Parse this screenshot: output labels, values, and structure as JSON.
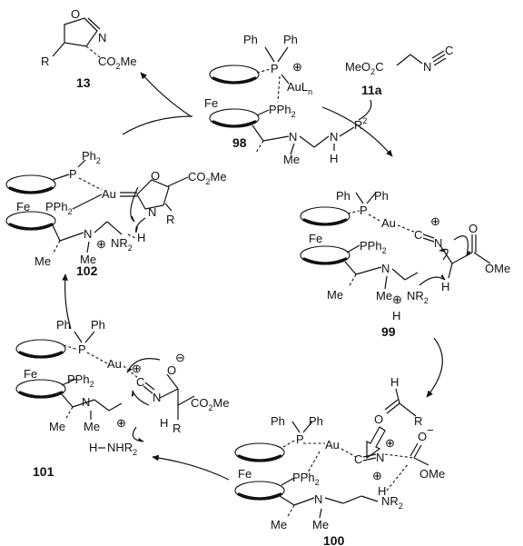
{
  "compounds": {
    "c13": "13",
    "c11a": "11a",
    "c98": "98",
    "c99": "99",
    "c100": "100",
    "c101": "101",
    "c102": "102"
  },
  "atoms": {
    "O": "O",
    "N": "N",
    "R": "R",
    "H": "H",
    "Fe": "Fe",
    "Au": "Au",
    "AuLn": "AuL",
    "AuLn_sub": "n",
    "P": "P",
    "Ph": "Ph",
    "Ph2": "Ph",
    "Ph2_sub": "2",
    "PPh2": "PPh",
    "PPh2_sub": "2",
    "Me": "Me",
    "C": "C",
    "CO2Me": "CO",
    "CO2Me_sub": "2",
    "CO2Me_tail": "Me",
    "MeO2C": "MeO",
    "MeO2C_sub": "2",
    "MeO2C_tail": "C",
    "OMe": "OMe",
    "R2": "R",
    "R2_sub": "2",
    "NHR2": "NHR",
    "NR2": "NR",
    "plus": "⊕",
    "minus": "−",
    "ominus": "⊖"
  }
}
